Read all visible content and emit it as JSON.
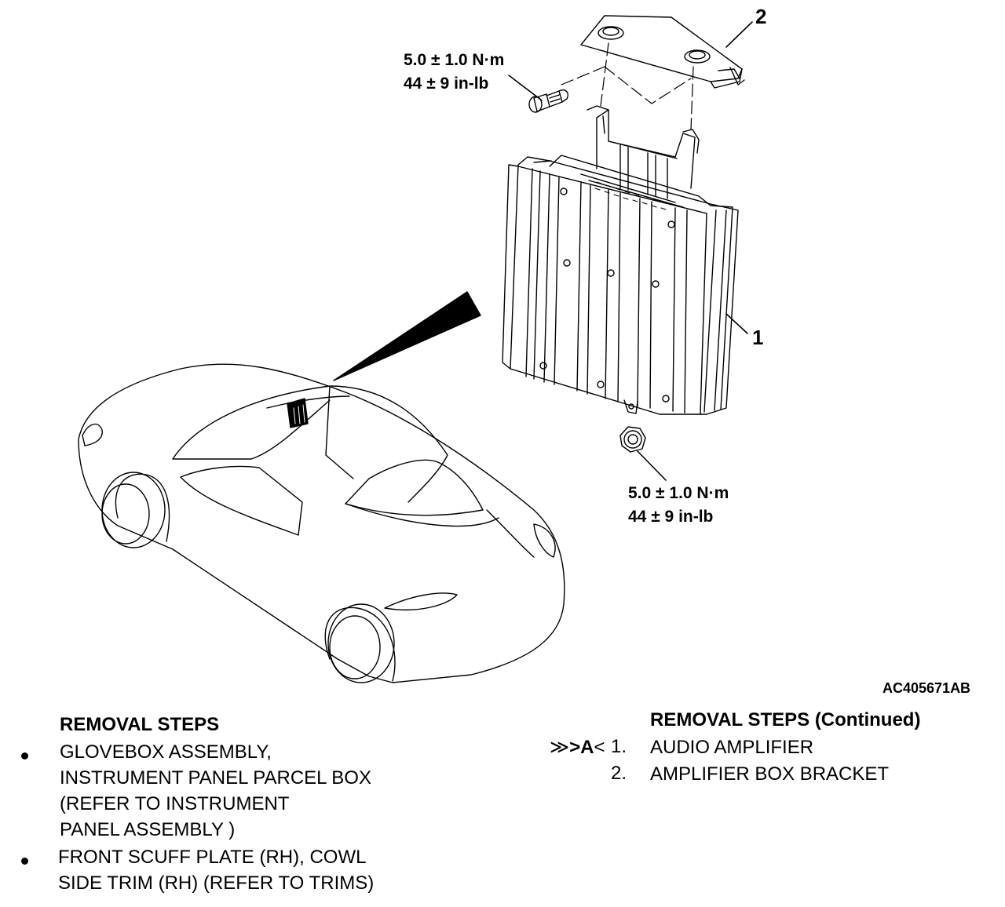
{
  "figure": {
    "callouts": {
      "part_1": "1",
      "part_2": "2"
    },
    "torque_top": {
      "metric": "5.0 ± 1.0 N·m",
      "imperial": "44 ± 9 in-lb"
    },
    "torque_bottom": {
      "metric": "5.0 ± 1.0 N·m",
      "imperial": "44 ± 9 in-lb"
    },
    "figure_id": "AC405671AB"
  },
  "left_steps": {
    "title": "REMOVAL STEPS",
    "items": [
      {
        "lines": [
          "GLOVEBOX ASSEMBLY,",
          "INSTRUMENT PANEL PARCEL BOX",
          "(REFER TO INSTRUMENT",
          "PANEL ASSEMBLY )"
        ]
      },
      {
        "lines": [
          "FRONT SCUFF PLATE (RH), COWL",
          "SIDE TRIM (RH) (REFER TO  TRIMS)"
        ]
      }
    ]
  },
  "right_steps": {
    "title": "REMOVAL STEPS (Continued)",
    "items": [
      {
        "marker_pre": "≫",
        "marker_letter": ">A",
        "marker_post": "<",
        "number": "1.",
        "label": "AUDIO AMPLIFIER"
      },
      {
        "number": "2.",
        "label": "AMPLIFIER BOX BRACKET"
      }
    ]
  }
}
